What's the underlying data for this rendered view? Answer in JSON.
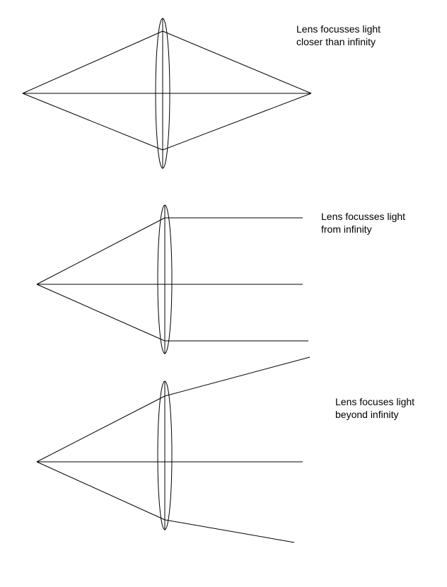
{
  "panels": [
    {
      "id": "closer-than-infinity",
      "caption_lines": [
        "Lens focusses light",
        "closer than infinity"
      ]
    },
    {
      "id": "from-infinity",
      "caption_lines": [
        "Lens focusses light",
        "from infinity"
      ]
    },
    {
      "id": "beyond-infinity",
      "caption_lines": [
        "Lens focuses light",
        "beyond infinity"
      ]
    }
  ],
  "colors": {
    "line": "#000000",
    "background": "#ffffff"
  }
}
